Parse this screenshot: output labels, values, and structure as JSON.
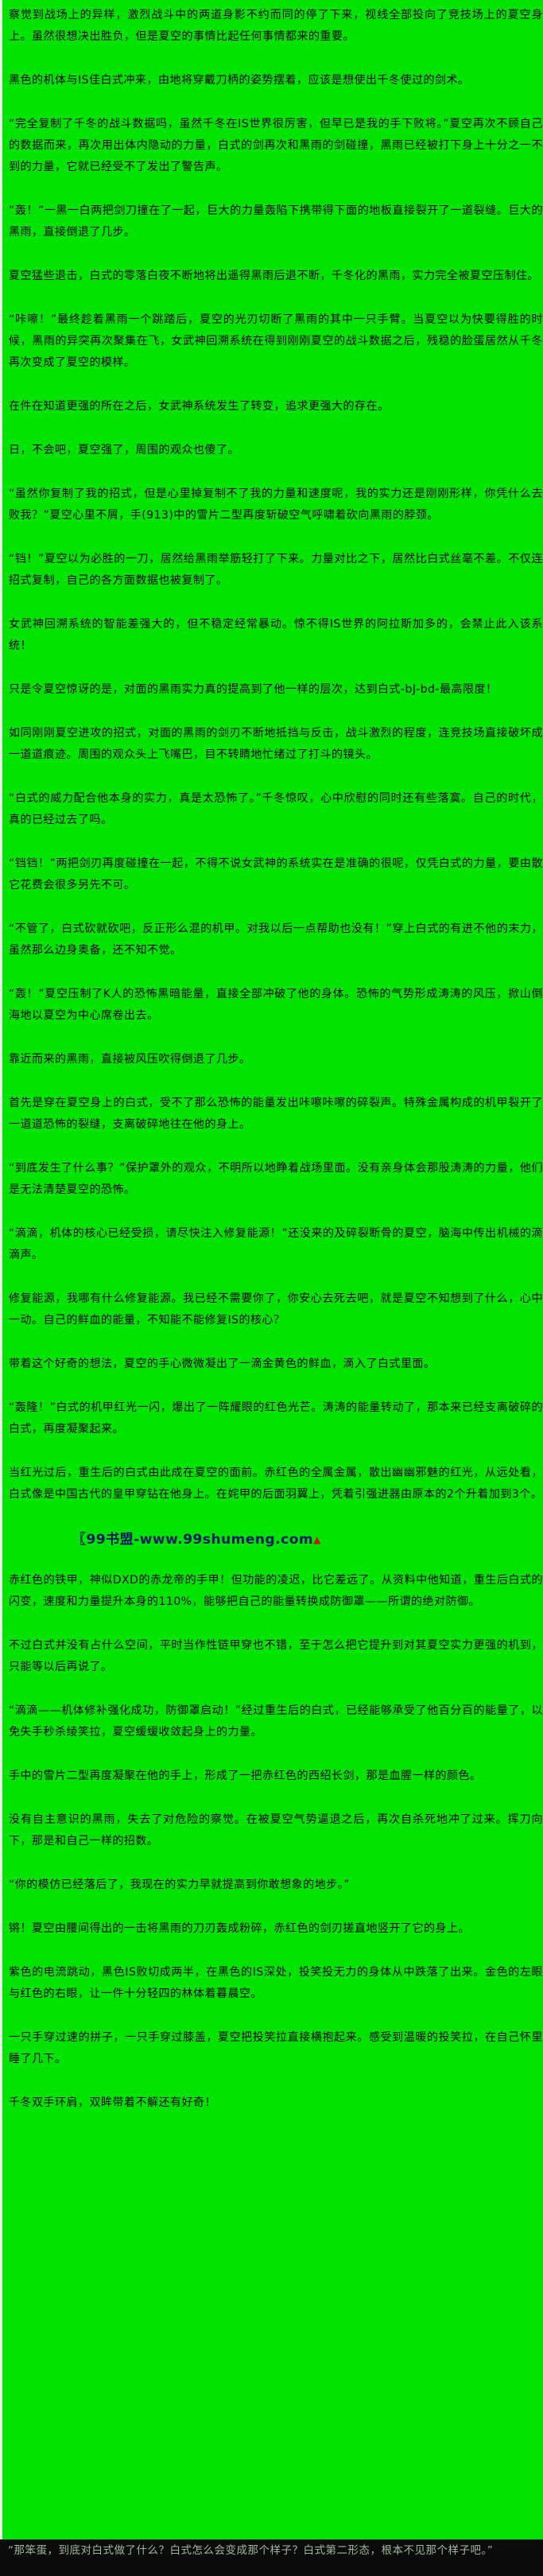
{
  "page": {
    "background_color": "#00e400",
    "text_color": "#000000"
  },
  "content": {
    "paragraphs": [
      "察觉到战场上的异样，激烈战斗中的两道身影不约而同的停了下来，视线全部投向了竞技场上的夏空身上。虽然很想决出胜负，但是夏空的事情比起任何事情都来的重要。",
      "黑色的机体与IS佳白式冲来，由地将穿戴刀柄的姿势摆着，应该是想使出千冬使过的剑术。",
      "“完全复制了千冬的战斗数据吗，虽然千冬在IS世界很厉害，但早已是我的手下败将。”夏空再次不顾自己的数据而来，再次用出体内隐动的力量，白式的剑再次和黑雨的剑碰撞，黑雨已经被打下身上十分之一不到的力量，它就已经受不了发出了警告声。",
      "“轰！”一黑一白两把剑刀撞在了一起，巨大的力量轰陷下携带得下面的地板直接裂开了一道裂缝。巨大的黑雨，直接倒退了几步。",
      "夏空猛些退击，白式的零落白夜不断地将出遥得黑雨后退不断，千冬化的黑雨，实力完全被夏空压制住。",
      "“咔嚓！”最终趁着黑雨一个跳踏后，夏空的光刃切断了黑雨的其中一只手臂。当夏空以为快要得胜的时候，黑雨的异突再次聚集在飞，女武神回溯系统在得到刚刚夏空的战斗数据之后，残稳的脸蛋居然从千冬再次变成了夏空的模样。",
      "在件在知道更强的所在之后，女武神系统发生了转变，追求更强大的存在。",
      "日，不会吧，夏空强了，周围的观众也傻了。",
      "“虽然你复制了我的招式，但是心里掉复制不了我的力量和速度呢，我的实力还是刚刚形样，你凭什么去败我？”夏空心里不屑，手(913)中的雪片二型再度斩破空气呼啸着砍向黑雨的脖颈。",
      "“铛！”夏空以为必胜的一刀，居然给黑雨举筋轻打了下来。力量对比之下，居然比白式丝毫不差。不仅连招式复制，自己的各方面数据也被复制了。",
      "女武神回溯系统的智能差强大的，但不稳定经常暴动。惊不得IS世界的阿拉斯加多的，会禁止此入该系统！",
      "只是令夏空惊讶的是，对面的黑雨实力真的提高到了他一样的层次，达到白式-bJ-bd-最高限度！",
      "如同刚刚夏空进攻的招式，对面的黑雨的剑刃不断地抵挡与反击，战斗激烈的程度，连竞技场直接破坏成一道道痕迹。周围的观众头上飞嘴巴，目不转睛地忙绪过了打斗的镜头。",
      "“白式的威力配合他本身的实力，真是太恐怖了。”千冬惊叹，心中欣慰的同时还有些落寞。自己的时代，真的已经过去了吗。",
      "“铛铛！”两把剑刃再度碰撞在一起，不得不说女武神的系统实在是准确的很呢，仅凭白式的力量，要由散它花费会很多另先不可。",
      "“不管了，白式砍就砍吧，反正形么混的机甲。对我以后一点帮助也没有！”穿上白式的有进不他的末力，虽然那么边身奥备，还不知不觉。",
      "“轰！”夏空压制了K人的恐怖黑暗能量，直接全部冲破了他的身体。恐怖的气势形成涛涛的风压，掀山倒海地以夏空为中心席卷出去。",
      "靠近而来的黑雨，直接被风压吹得倒退了几步。",
      "首先是穿在夏空身上的白式，受不了那么恐怖的能量发出咔嚓咔嚓的碎裂声。特殊金属构成的机甲裂开了一道道恐怖的裂缝，支离破碎地往在他的身上。",
      "“到底发生了什么事？”保护罩外的观众，不明所以地睁着战场里面。没有亲身体会那股涛涛的力量，他们是无法清楚夏空的恐怖。",
      "“滴滴，机体的核心已经受损，请尽快注入修复能源！”还没来的及碎裂断骨的夏空，脑海中传出机械的滴滴声。",
      "修复能源，我哪有什么修复能源。我已经不需要你了，你安心去死去吧，就是夏空不知想到了什么，心中一动。自己的鲜血的能量，不知能不能修复IS的核心？",
      "带着这个好奇的想法，夏空的手心微微凝出了一滴金黄色的鲜血，滴入了白式里面。",
      "“轰隆！”白式的机甲红光一闪，爆出了一阵耀眼的红色光芒。涛涛的能量转动了，那本来已经支离破碎的白式，再度凝聚起来。",
      "当红光过后，重生后的白式由此成在夏空的面前。赤红色的全属金属，散出幽幽邪魅的红光，从远处看，白式像是中国古代的皇甲穿钻在他身上。在姹甲的后面羽翼上，凭着引强进器由原本的2个升着加到3个。",
      "赤红色的铁甲，神似DXD的赤龙帝的手甲！但功能的凌迟，比它差远了。从资料中他知道，重生后白式的闪变，速度和力量提升本身的110%，能够把自己的能量转换成防御罩——所谓的绝对防御。",
      "不过白式并没有占什么空间，平时当作性链甲穿也不错，至于怎么把它提升到对其夏空实力更强的机到，只能等以后再说了。",
      "“滴滴——机体修补强化成功，防御罩启动！”经过重生后的白式，已经能够承受了他百分百的能量了，以免失手秒杀绫笑拉，夏空缓缓收敛起身上的力量。",
      "手中的雪片二型再度凝聚在他的手上，形成了一把赤红色的西绍长剑，那是血腥一样的颜色。",
      "没有自主意识的黑雨，失去了对危险的察觉。在被夏空气势逼退之后，再次自杀死地冲了过来。挥刀向下，那是和自己一样的招数。",
      "“你的模仿已经落后了，我现在的实力早就提高到你敢想象的地步。”",
      "锵！夏空由腰间得出的一击将黑雨的刀刃轰成粉碎，赤红色的剑刃搓直地竖开了它的身上。",
      "紫色的电流跳动，黑色IS败切成两半，在黑色的IS深处，投笑投无力的身体从中跌落了出来。金色的左眼与红色的右眼，让一件十分轻四的林体着暮晨空。",
      "一只手穿过速的拼子，一只手穿过膝盖，夏空把投笑拉直接横抱起来。感受到温暖的投笑拉，在自己怀里睡了几下。",
      "千冬双手环肩，双眸带着不解还有好奇！"
    ],
    "watermark": {
      "text": "〖99书盟-www.99shumeng.com",
      "mark": "▲",
      "insert_after_paragraph": 25,
      "text_color": "#0a1a66",
      "mark_color": "#cc1111"
    }
  },
  "bottom_bar": {
    "text": "“那笨蛋，到底对白式做了什么？白式怎么会变成那个样子？白式第二形态，根本不见那个样子吧。”",
    "background_color": "#0b0b0b",
    "text_color": "#9fb89f"
  }
}
